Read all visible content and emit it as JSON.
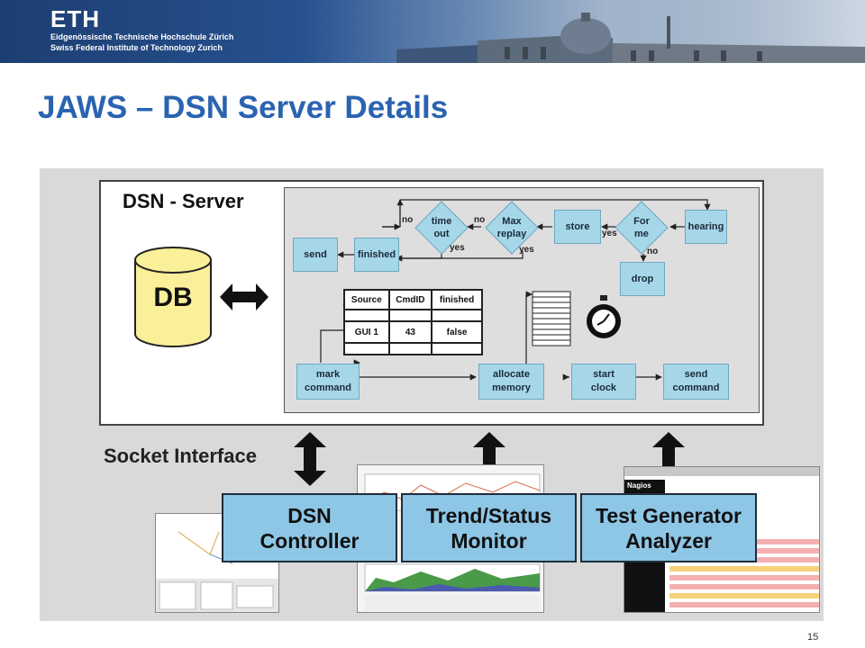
{
  "header": {
    "logo_text": "ETH",
    "institution_line1": "Eidgenössische Technische Hochschule Zürich",
    "institution_line2": "Swiss Federal Institute of Technology Zurich"
  },
  "slide": {
    "title": "JAWS – DSN Server Details",
    "page_number": "15"
  },
  "diagram": {
    "server_title": "DSN - Server",
    "db_label": "DB",
    "flow": {
      "hearing": "hearing",
      "for_me": "For\nme",
      "store": "store",
      "max_replay": "Max\nreplay",
      "time_out": "time\nout",
      "finished": "finished",
      "send": "send",
      "drop": "drop",
      "mark_command": "mark\ncommand",
      "allocate_memory": "allocate\nmemory",
      "start_clock": "start\nclock",
      "send_command": "send\ncommand"
    },
    "edge_labels": {
      "no_timeout": "no",
      "no_maxreplay": "no",
      "yes_forme": "yes",
      "no_forme": "no",
      "yes_timeout": "yes",
      "yes_maxreplay": "yes"
    },
    "command_table": {
      "headers": [
        "Source",
        "CmdID",
        "finished"
      ],
      "rows": [
        [
          "GUI 1",
          "43",
          "false"
        ]
      ]
    },
    "socket_interface": "Socket Interface",
    "clients": [
      {
        "label": "DSN\nController"
      },
      {
        "label": "Trend/Status\nMonitor"
      },
      {
        "label": "Test Generator\nAnalyzer"
      }
    ],
    "nagios_label": "Nagios"
  }
}
